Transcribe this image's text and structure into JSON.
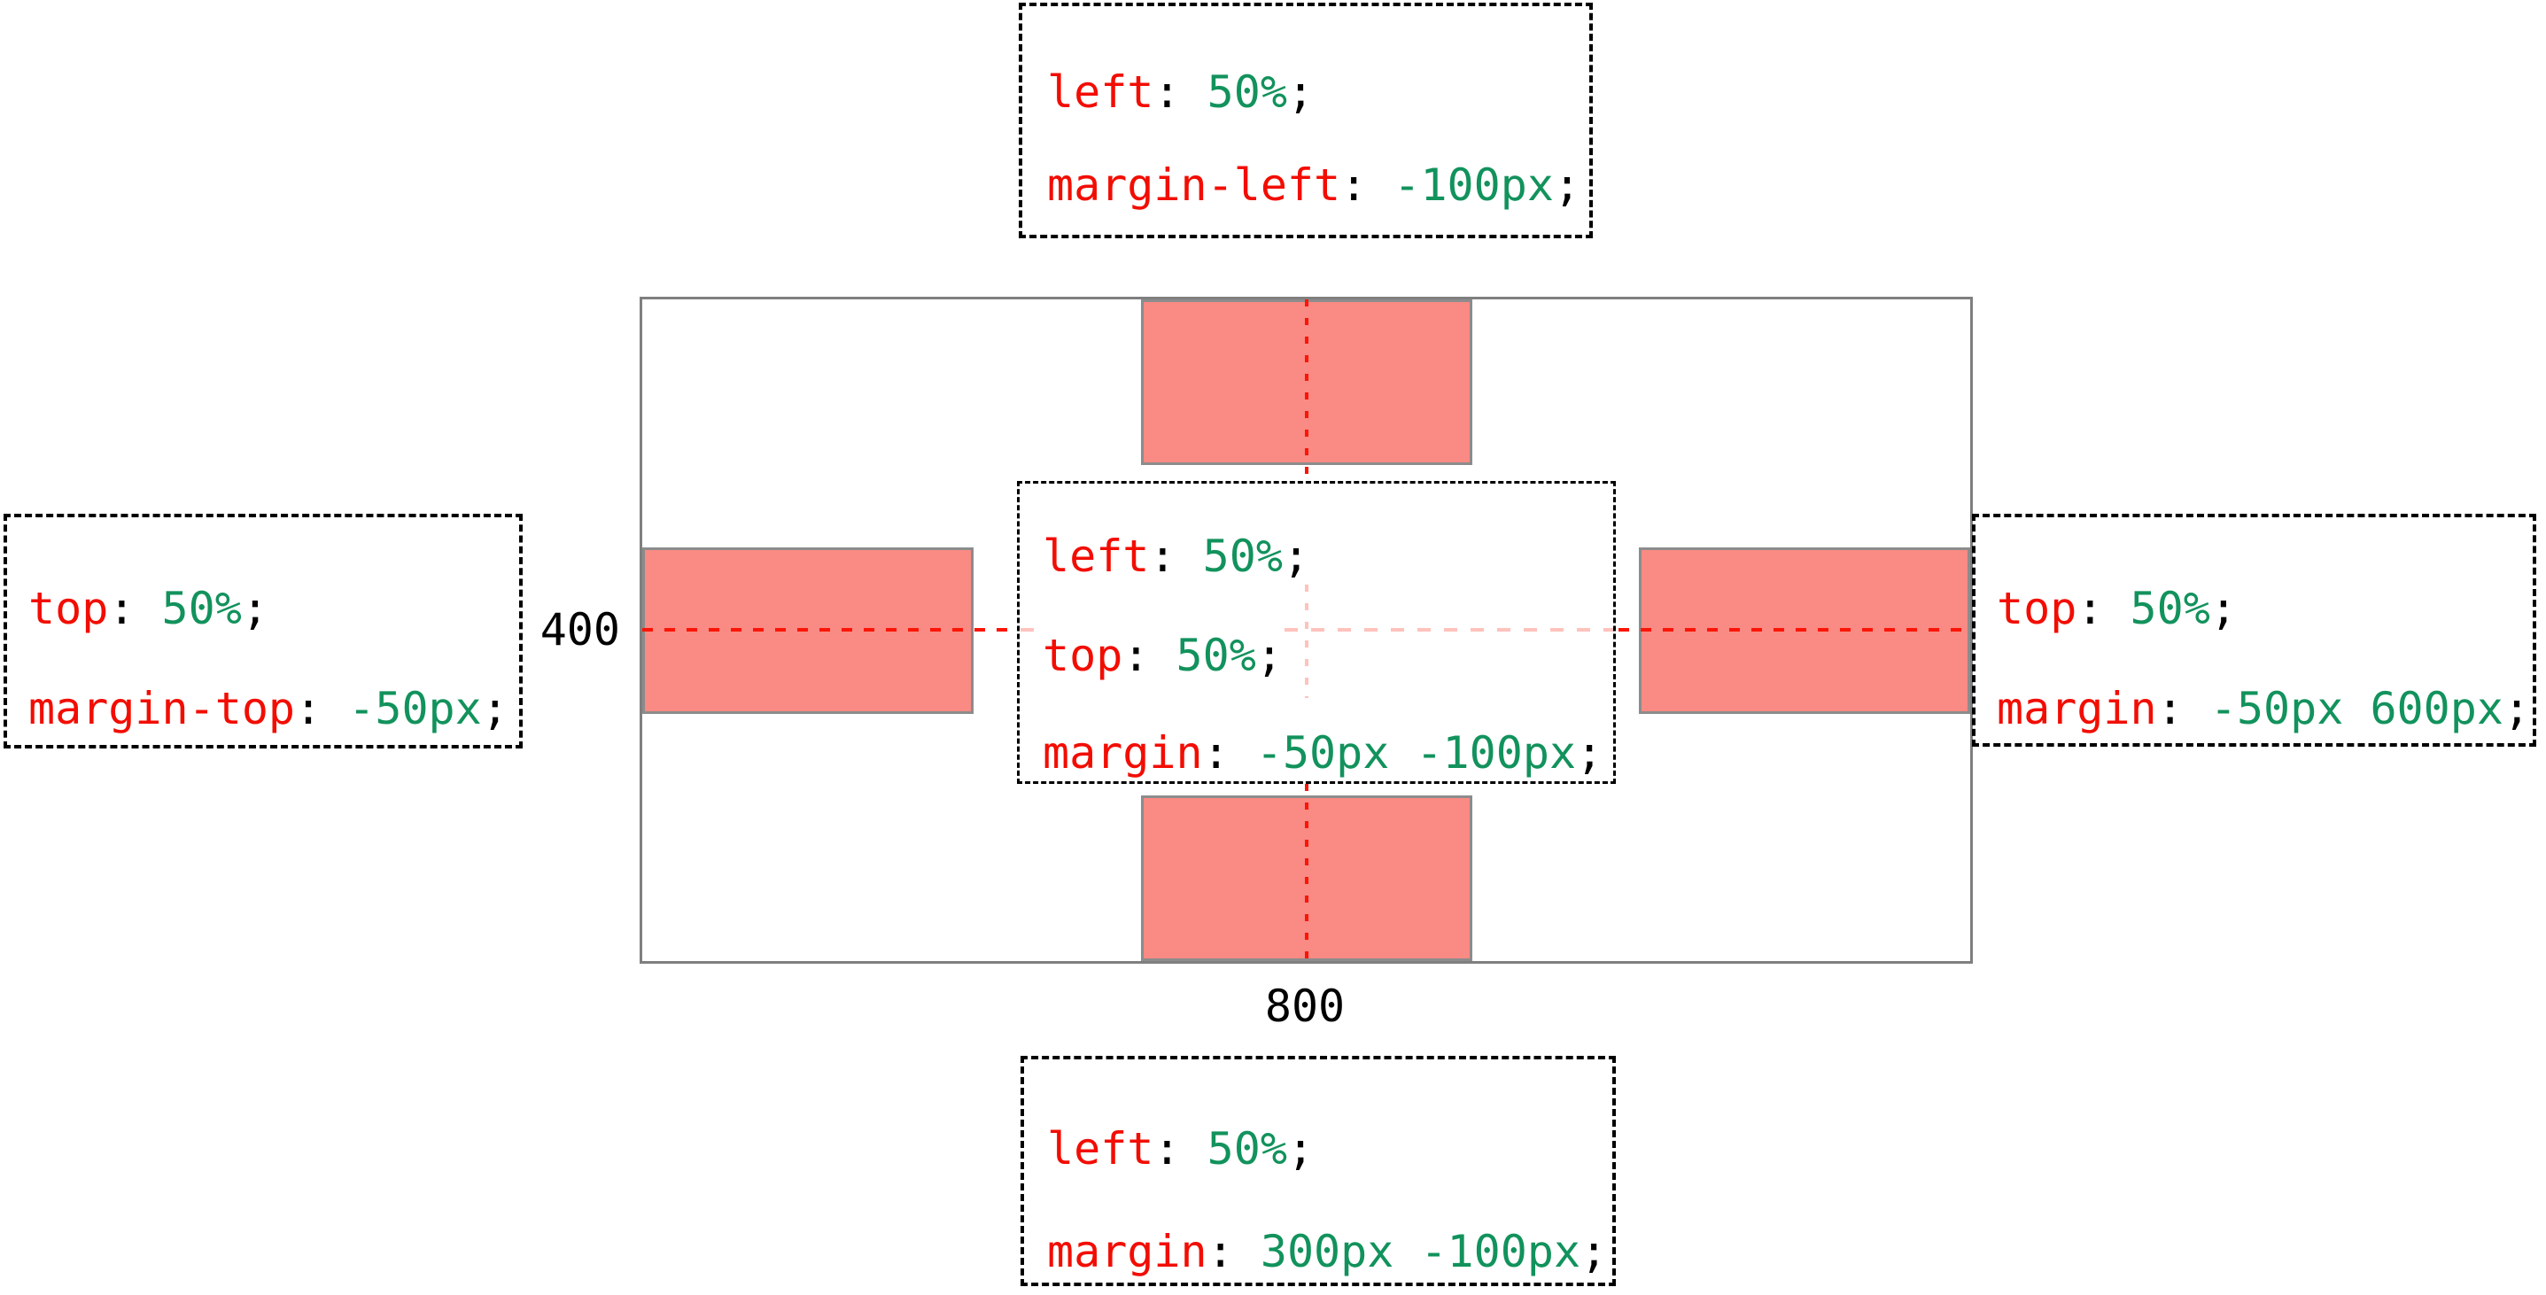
{
  "diagram": {
    "container": {
      "width_label": "800",
      "height_label": "400"
    },
    "syntax": {
      "colon": ":",
      "semicolon": ";"
    },
    "labels": {
      "top": {
        "lines": [
          {
            "prop": "left",
            "value": " 50%"
          },
          {
            "prop": "margin-left",
            "value": " -100px"
          }
        ]
      },
      "left": {
        "lines": [
          {
            "prop": "top",
            "value": " 50%"
          },
          {
            "prop": "margin-top",
            "value": " -50px"
          }
        ]
      },
      "center": {
        "lines": [
          {
            "prop": "left",
            "value": " 50%"
          },
          {
            "prop": "top",
            "value": " 50%"
          },
          {
            "prop": "margin",
            "value": " -50px -100px"
          }
        ]
      },
      "right": {
        "lines": [
          {
            "prop": "top",
            "value": " 50%"
          },
          {
            "prop": "margin",
            "value": " -50px 600px"
          }
        ]
      },
      "bottom": {
        "lines": [
          {
            "prop": "left",
            "value": " 50%"
          },
          {
            "prop": "margin",
            "value": " 300px -100px"
          }
        ]
      }
    }
  },
  "colors": {
    "bg": "#ffffff",
    "container_border": "#7f7f7f",
    "box_border": "#8c8c8c",
    "box_fill": "#fa8a84",
    "dash_red": "#fb1507",
    "dash_pink": "#ffc2bc",
    "prop": "#f20d02",
    "value": "#12925c",
    "punct": "#000000",
    "dim_text": "#000000",
    "label_border": "#000000"
  }
}
